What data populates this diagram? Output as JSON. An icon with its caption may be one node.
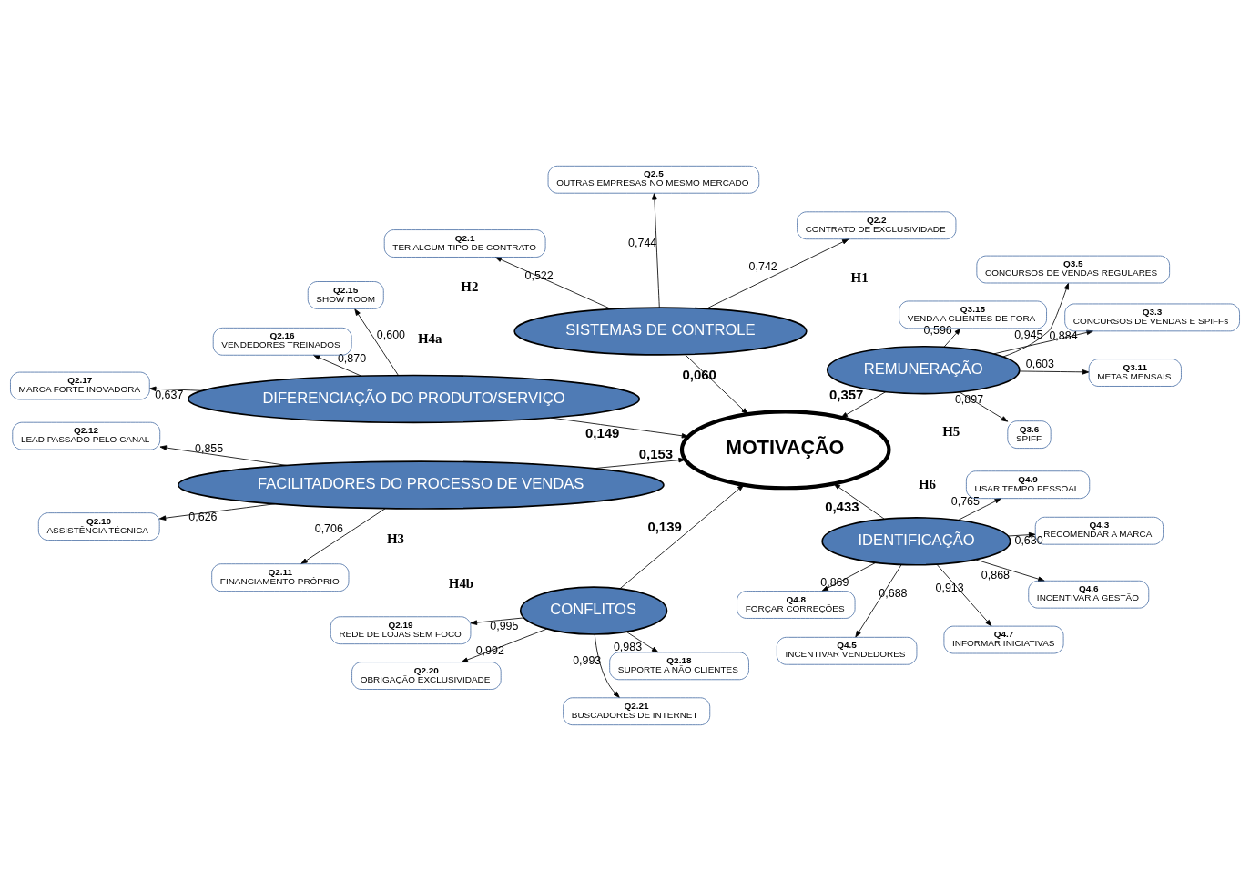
{
  "diagram": {
    "nodes": [
      {
        "text": [
          "MOTIVAÇÃO"
        ]
      },
      {
        "text": [
          "IDENTIFICAÇÃO"
        ]
      },
      {
        "text": [
          "CONFLITOS"
        ]
      },
      {
        "text": [
          "DIFERENCIAÇÃO DO PRODUTO/SERVIÇO"
        ]
      },
      {
        "text": [
          "REMUNERAÇÃO"
        ]
      },
      {
        "text": [
          "FACILITADORES DO PROCESSO DE VENDAS"
        ]
      },
      {
        "text": [
          "SISTEMAS DE CONTROLE"
        ]
      },
      {
        "text": [
          "Q4.3",
          "RECOMENDAR A MARCA"
        ]
      },
      {
        "text": [
          "Q4.5",
          "INCENTIVAR VENDEDORES"
        ]
      },
      {
        "text": [
          "Q4.6",
          "INCENTIVAR A GESTÃO"
        ]
      },
      {
        "text": [
          "Q4.7",
          "INFORMAR INICIATIVAS"
        ]
      },
      {
        "text": [
          "Q4.8",
          "FORÇAR CORREÇÕES"
        ]
      },
      {
        "text": [
          "Q4.9",
          "USAR TEMPO PESSOAL"
        ]
      },
      {
        "text": [
          "Q2.18",
          "SUPORTE A NÃO CLIENTES"
        ]
      },
      {
        "text": [
          "Q2.19",
          "REDE DE LOJAS SEM FOCO"
        ]
      },
      {
        "text": [
          "Q2.20",
          "OBRIGAÇÃO EXCLUSIVIDADE"
        ]
      },
      {
        "text": [
          "Q2.21",
          "BUSCADORES DE INTERNET"
        ]
      },
      {
        "text": [
          "Q2.15",
          "SHOW ROOM"
        ]
      },
      {
        "text": [
          "Q2.16",
          "VENDEDORES TREINADOS"
        ]
      },
      {
        "text": [
          "Q2.17",
          "MARCA FORTE INOVADORA"
        ]
      },
      {
        "text": [
          "Q2.10",
          "ASSISTÊNCIA TÉCNICA"
        ]
      },
      {
        "text": [
          "Q2.11",
          "FINANCIAMENTO PRÓPRIO"
        ]
      },
      {
        "text": [
          "Q2.12",
          "LEAD PASSADO PELO CANAL"
        ]
      },
      {
        "text": [
          "Q3.3",
          "CONCURSOS DE VENDAS E SPIFFs"
        ]
      },
      {
        "text": [
          "Q3.5",
          "CONCURSOS DE VENDAS REGULARES"
        ]
      },
      {
        "text": [
          "Q3.6",
          "SPIFF"
        ]
      },
      {
        "text": [
          "Q3.11",
          "METAS MENSAIS"
        ]
      },
      {
        "text": [
          "Q3.15",
          "VENDA A CLIENTES DE FORA"
        ]
      },
      {
        "text": [
          "Q2.1",
          "TER ALGUM TIPO DE CONTRATO"
        ]
      },
      {
        "text": [
          "Q2.2",
          "CONTRATO DE EXCLUSIVIDADE"
        ]
      },
      {
        "text": [
          "Q2.5",
          "OUTRAS EMPRESAS NO MESMO MERCADO"
        ]
      }
    ],
    "edges": [
      {
        "from": 1,
        "to": 7,
        "arrow": "to",
        "label": "0,630"
      },
      {
        "from": 1,
        "to": 8,
        "arrow": "to",
        "label": "0,688"
      },
      {
        "from": 1,
        "to": 9,
        "arrow": "to",
        "label": "0,868"
      },
      {
        "from": 1,
        "to": 10,
        "arrow": "to",
        "label": "0,913"
      },
      {
        "from": 1,
        "to": 11,
        "arrow": "to",
        "label": "0,869"
      },
      {
        "from": 1,
        "to": 12,
        "arrow": "to",
        "label": "0,765"
      },
      {
        "from": 2,
        "to": 13,
        "arrow": "to",
        "label": "0,983"
      },
      {
        "from": 2,
        "to": 14,
        "arrow": "to",
        "label": "0,995"
      },
      {
        "from": 2,
        "to": 15,
        "arrow": "to",
        "label": "0,992"
      },
      {
        "from": 2,
        "to": 16,
        "arrow": "to",
        "label": "0,993"
      },
      {
        "from": 3,
        "to": 17,
        "arrow": "to",
        "label": "0,600"
      },
      {
        "from": 3,
        "to": 18,
        "arrow": "to",
        "label": "0,870"
      },
      {
        "from": 3,
        "to": 19,
        "arrow": "to",
        "label": "0,637"
      },
      {
        "from": 5,
        "to": 20,
        "arrow": "to",
        "label": "0,626"
      },
      {
        "from": 5,
        "to": 21,
        "arrow": "to",
        "label": "0,706"
      },
      {
        "from": 5,
        "to": 22,
        "arrow": "to",
        "label": "0,855"
      },
      {
        "from": 4,
        "to": 23,
        "arrow": "to",
        "label": "0,945"
      },
      {
        "from": 4,
        "to": 24,
        "arrow": "to",
        "label": "0,884"
      },
      {
        "from": 4,
        "to": 25,
        "arrow": "to",
        "label": "0,897"
      },
      {
        "from": 4,
        "to": 26,
        "arrow": "to",
        "label": "0,603"
      },
      {
        "from": 4,
        "to": 27,
        "arrow": "to",
        "label": "0,596"
      },
      {
        "from": 6,
        "to": 28,
        "arrow": "to",
        "label": "0,522"
      },
      {
        "from": 6,
        "to": 29,
        "arrow": "to",
        "label": "0,742"
      },
      {
        "from": 6,
        "to": 30,
        "arrow": "to",
        "label": "0,744"
      },
      {
        "from": 2,
        "to": 0,
        "arrow": "to",
        "label": "0,139"
      },
      {
        "from": 1,
        "to": 0,
        "arrow": "to",
        "label": "0,433"
      },
      {
        "from": 3,
        "to": 0,
        "arrow": "to",
        "label": "0,149"
      },
      {
        "from": 4,
        "to": 0,
        "arrow": "to",
        "label": "0,357"
      },
      {
        "from": 6,
        "to": 0,
        "arrow": "to",
        "label": "0,060"
      },
      {
        "from": 5,
        "to": 0,
        "arrow": "to",
        "label": "0,153"
      }
    ],
    "labels": [
      "H6",
      "H4b",
      "H4a",
      "H5",
      "H3",
      "H2",
      "H1"
    ]
  }
}
